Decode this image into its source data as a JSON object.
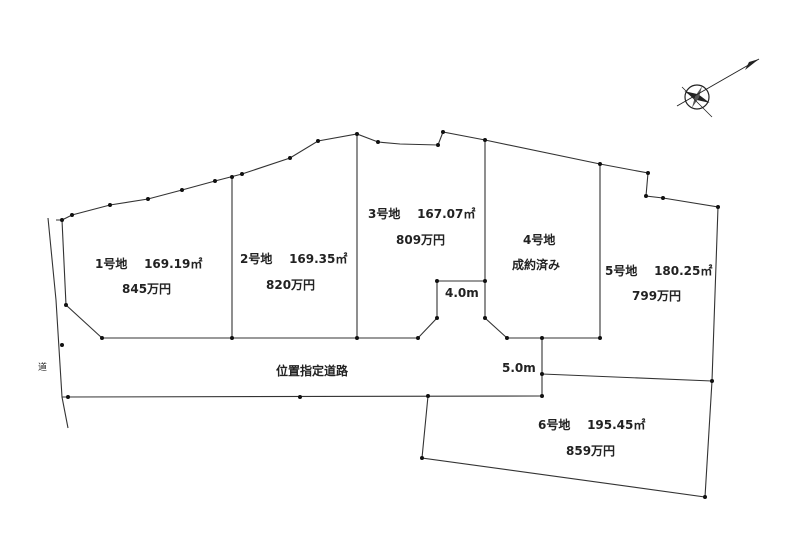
{
  "lots": [
    {
      "name": "1号地",
      "area": "169.19㎡",
      "price": "845万円"
    },
    {
      "name": "2号地",
      "area": "169.35㎡",
      "price": "820万円"
    },
    {
      "name": "3号地",
      "area": "167.07㎡",
      "price": "809万円"
    },
    {
      "name": "4号地",
      "status": "成約済み"
    },
    {
      "name": "5号地",
      "area": "180.25㎡",
      "price": "799万円"
    },
    {
      "name": "6号地",
      "area": "195.45㎡",
      "price": "859万円"
    }
  ],
  "road": {
    "label": "位置指定道路",
    "width_entry": "4.0m",
    "width_main": "5.0m"
  },
  "side_road": "道",
  "north_arrow": "compass-north-arrow-icon"
}
